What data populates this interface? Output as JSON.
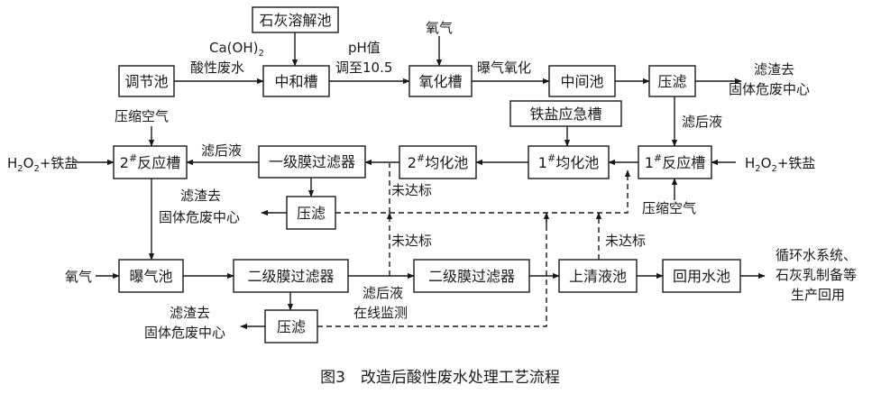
{
  "nodes": {
    "lime_tank": "石灰溶解池",
    "adjust_tank": "调节池",
    "neutral_tank": "中和槽",
    "oxid_tank": "氧化槽",
    "middle_tank": "中间池",
    "press1": "压滤",
    "iron_tank": "铁盐应急槽",
    "react2": "2",
    "react2_suffix": "反应槽",
    "membrane1": "一级膜过滤器",
    "equal2": "2",
    "equal2_suffix": "均化池",
    "equal1": "1",
    "equal1_suffix": "均化池",
    "react1": "1",
    "react1_suffix": "反应槽",
    "press2": "压滤",
    "aer_tank": "曝气池",
    "membrane2a": "二级膜过滤器",
    "membrane2b": "二级膜过滤器",
    "clear_tank": "上清液池",
    "reuse_tank": "回用水池",
    "press3": "压滤"
  },
  "labels": {
    "acid_water": "酸性废水",
    "caoh_pre": "Ca(OH)",
    "caoh_sub": "2",
    "ph_1": "pH值",
    "ph_2": "调至10.5",
    "oxygen_top": "氧气",
    "aeration": "曝气氧化",
    "residue1_a": "滤渣去",
    "residue1_b": "固体危废中心",
    "filtrate1": "滤后液",
    "compressed_air_top": "压缩空气",
    "h2o2_left_a": "H",
    "h2o2_left_b": "2",
    "h2o2_left_c": "O",
    "h2o2_left_d": "2",
    "h2o2_left_e": "+铁盐",
    "filtrate2": "滤后液",
    "h2o2_right_a": "H",
    "h2o2_right_b": "2",
    "h2o2_right_c": "O",
    "h2o2_right_d": "2",
    "h2o2_right_e": "+铁盐",
    "residue2_a": "滤渣去",
    "residue2_b": "固体危废中心",
    "unqualified_1": "未达标",
    "compressed_air_right": "压缩空气",
    "unqualified_2": "未达标",
    "unqualified_3": "未达标",
    "oxygen_left": "氧气",
    "filtrate3_a": "滤后液",
    "filtrate3_b": "在线监测",
    "recycle_1": "循环水系统、",
    "recycle_2": "石灰乳制备等",
    "recycle_3": "生产回用",
    "residue3_a": "滤渣去",
    "residue3_b": "固体危废中心",
    "sharp": "#"
  },
  "caption": "图3　改造后酸性废水处理工艺流程"
}
